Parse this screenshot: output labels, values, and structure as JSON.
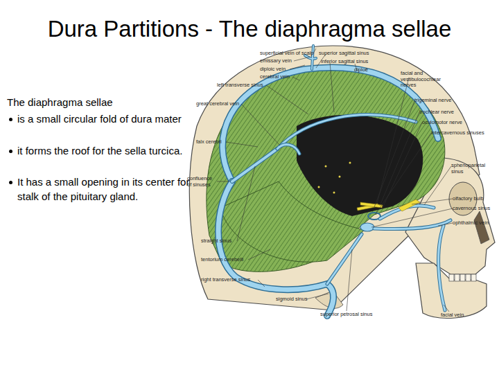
{
  "diagram": {
    "title": "Dura Partitions - The diaphragma sellae",
    "labels": [
      "The diaphragma sellae",
      "is a small circular fold of dura mater",
      "it forms the roof for the sella turcica.",
      "It has a small opening in its center for stalk of the pituitary gland.",
      "superficial vein of scalp",
      "emissary vein",
      "diploic vein",
      "cerebral vein",
      "left transverse sinus",
      "great cerebral vein",
      "falx cerebri",
      "confluence of sinuses",
      "straight sinus",
      "tentorium cerebelli",
      "right transverse sinus",
      "sigmoid sinus",
      "superior petrosal sinus",
      "facial vein",
      "superior sagittal sinus",
      "inferior sagittal sinus",
      "diploë",
      "facial and vestibulocochlear nerves",
      "trigeminal nerve",
      "trochlear nerve",
      "oculomotor nerve",
      "intercavernous sinuses",
      "sphenoparietal sinus",
      "olfactory bulb",
      "cavernous sinus",
      "ophthalmic vein"
    ]
  }
}
